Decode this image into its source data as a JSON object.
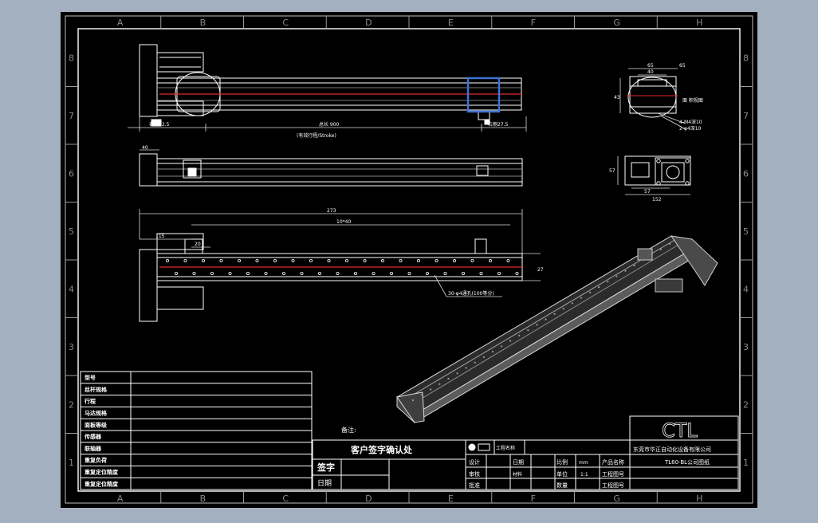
{
  "grid": {
    "columns": [
      "A",
      "B",
      "C",
      "D",
      "E",
      "F",
      "G",
      "H"
    ],
    "rows": [
      "8",
      "7",
      "6",
      "5",
      "4",
      "3",
      "2",
      "1"
    ]
  },
  "dimensions": {
    "front_top": "65",
    "front_mid": "40",
    "front_height": "43",
    "front_right": "65",
    "tap_note_1": "4-M4深10",
    "tap_note_2": "2-φ4深10",
    "plan_left": "右侧72.5",
    "plan_total": "总长 900",
    "plan_right": "右侧27.5",
    "plan_stroke": "(有效行程/Stroke)",
    "side_left": "40",
    "bottom_total": "273",
    "bottom_pitch": "10*40",
    "bottom_offset": "115",
    "bottom_20": "20",
    "bottom_hole_note": "30-φ4通孔(100等分)",
    "bottom_height": "27",
    "end_height": "57",
    "end_inner": "57",
    "end_width": "152"
  },
  "labels": {
    "front_view_label": "面 积视图"
  },
  "left_table": {
    "rows": [
      {
        "label": "型号",
        "value": ""
      },
      {
        "label": "丝杆规格",
        "value": ""
      },
      {
        "label": "行程",
        "value": ""
      },
      {
        "label": "马达规格",
        "value": ""
      },
      {
        "label": "面板等级",
        "value": ""
      },
      {
        "label": "传感器",
        "value": ""
      },
      {
        "label": "联轴器",
        "value": ""
      },
      {
        "label": "重复负荷",
        "value": ""
      },
      {
        "label": "重复定位精度",
        "value": ""
      },
      {
        "label": "重复定位精度",
        "value": ""
      }
    ]
  },
  "title_block": {
    "note_label": "备注:",
    "customer_confirm": "客户签字确认处",
    "sign_label": "签字",
    "date_label": "日期",
    "logo": "CTL",
    "company": "东莞市华正自动化设备有限公司",
    "model": "TL60-BL公司图纸",
    "part_name_label": "工程名称",
    "design_label": "设计",
    "check_label": "审核",
    "approve_label": "批准",
    "date_col_label": "日期",
    "ratio_label": "比例",
    "ratio_value": "1:1",
    "unit_label": "单位",
    "unit_value": "mm",
    "material_label": "材料",
    "qty_label": "数量",
    "product_name_label": "产品名称",
    "drawing_no_label": "工程图号",
    "version_label": "工程图号"
  }
}
